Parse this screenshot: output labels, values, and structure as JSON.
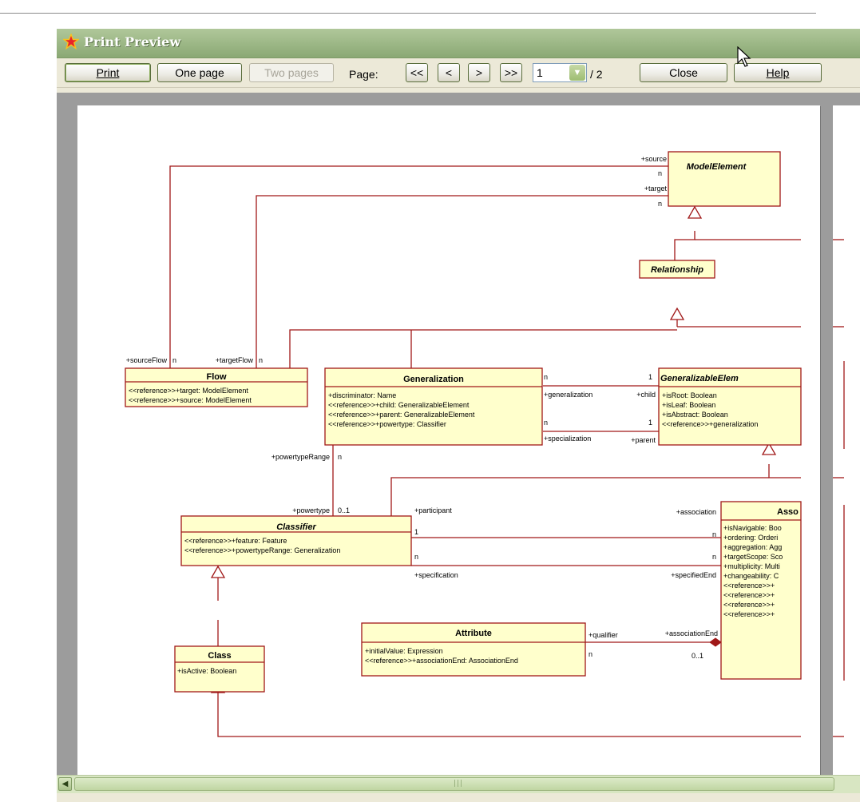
{
  "window": {
    "title": "Print Preview"
  },
  "toolbar": {
    "print": "Print",
    "one_page": "One page",
    "two_pages": "Two pages",
    "page_label": "Page:",
    "first": "<<",
    "prev": "<",
    "next": ">",
    "last": ">>",
    "page_value": "1",
    "page_total": "/ 2",
    "close": "Close",
    "help": "Help"
  },
  "diagram": {
    "classes": {
      "model_element": "ModelElement",
      "relationship": "Relationship",
      "flow": "Flow",
      "flow_attrs": [
        "<<reference>>+target: ModelElement",
        "<<reference>>+source: ModelElement"
      ],
      "generalization": "Generalization",
      "generalization_attrs": [
        "+discriminator: Name",
        "<<reference>>+child: GeneralizableElement",
        "<<reference>>+parent: GeneralizableElement",
        "<<reference>>+powertype: Classifier"
      ],
      "generalizable": "GeneralizableElem",
      "generalizable_attrs": [
        "+isRoot: Boolean",
        "+isLeaf: Boolean",
        "+isAbstract: Boolean",
        "<<reference>>+generalization"
      ],
      "classifier": "Classifier",
      "classifier_attrs": [
        "<<reference>>+feature: Feature",
        "<<reference>>+powertypeRange: Generalization"
      ],
      "class": "Class",
      "class_attrs": [
        "+isActive: Boolean"
      ],
      "attribute": "Attribute",
      "attribute_attrs": [
        "+initialValue: Expression",
        "<<reference>>+associationEnd: AssociationEnd"
      ],
      "association_end": "Asso",
      "association_end_attrs": [
        "+isNavigable: Boo",
        "+ordering: Orderi",
        "+aggregation: Agg",
        "+targetScope: Sco",
        "+multiplicity: Multi",
        "+changeability: C",
        "<<reference>>+",
        "<<reference>>+",
        "<<reference>>+",
        "<<reference>>+"
      ]
    },
    "labels": {
      "source": "+source",
      "target": "+target",
      "n1": "n",
      "n2": "n",
      "source_flow": "+sourceFlow",
      "source_flow_n": "n",
      "target_flow": "+targetFlow",
      "target_flow_n": "n",
      "gen_n_top": "n",
      "gen_one_top": "1",
      "generalization_role": "+generalization",
      "child_role": "+child",
      "gen_n_bottom": "n",
      "gen_one_bottom": "1",
      "specialization_role": "+specialization",
      "parent_role": "+parent",
      "powertype_range": "+powertypeRange",
      "powertype_range_n": "n",
      "powertype": "+powertype",
      "powertype_mult": "0..1",
      "participant": "+participant",
      "association": "+association",
      "cls_one": "1",
      "ae_n1": "n",
      "cls_n": "n",
      "ae_n2": "n",
      "specification": "+specification",
      "specified_end": "+specifiedEnd",
      "qualifier": "+qualifier",
      "association_end_role": "+associationEnd",
      "attr_n": "n",
      "ae_mult": "0..1"
    }
  },
  "colors": {
    "line": "#a01818",
    "box_fill": "#ffffcc",
    "titlebar": "#9db887",
    "preview_bg": "#9c9c9c"
  }
}
